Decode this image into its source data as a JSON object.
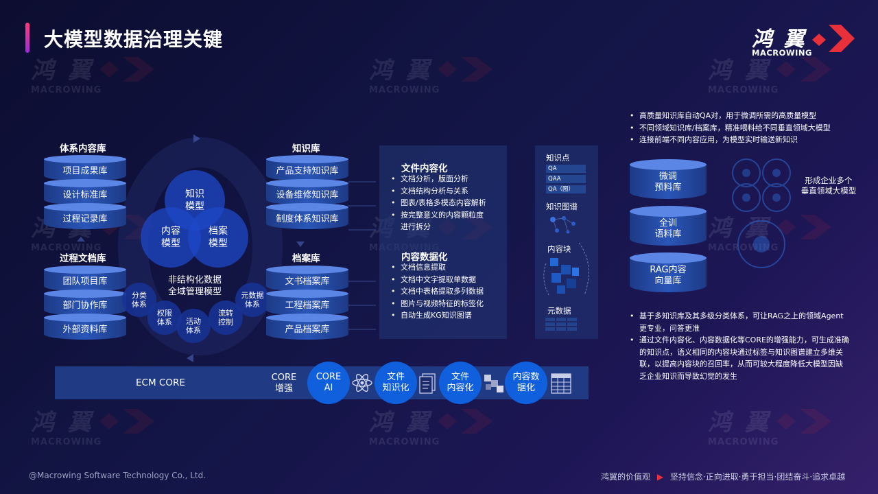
{
  "header": {
    "title": "大模型数据治理关键"
  },
  "logo": {
    "cn": "鸿 翼",
    "en": "MACROWING",
    "accent": "#e8303a"
  },
  "watermark": {
    "cn": "鸿 翼",
    "en": "MACROWING"
  },
  "left": {
    "system_lib": {
      "title": "体系内容库",
      "items": [
        "项目成果库",
        "设计标准库",
        "过程记录库"
      ]
    },
    "process_lib": {
      "title": "过程文档库",
      "items": [
        "团队项目库",
        "部门协作库",
        "外部资料库"
      ]
    },
    "venn": {
      "top": "知识\n模型",
      "left": "内容\n模型",
      "right": "档案\n模型"
    },
    "center_text": "非结构化数据\n全域管理模型",
    "small_circles": [
      "分类\n体系",
      "权限\n体系",
      "活动\n体系",
      "流转\n控制",
      "元数据\n体系"
    ],
    "knowledge_lib": {
      "title": "知识库",
      "items": [
        "产品支持知识库",
        "设备维修知识库",
        "制度体系知识库"
      ]
    },
    "archive_lib": {
      "title": "档案库",
      "items": [
        "文书档案库",
        "工程档案库",
        "产品档案库"
      ]
    }
  },
  "middle": {
    "doc_content": {
      "title": "文件内容化",
      "items": [
        "文档分析，版面分析",
        "文档结构分析与关系",
        "图表/表格多模态内容解析",
        "按完整意义的内容颗粒度\n进行拆分"
      ]
    },
    "content_data": {
      "title": "内容数据化",
      "items": [
        "文档信息提取",
        "文档中文字提取单数据",
        "文档中表格提取多列数据",
        "图片与视频特征的标签化",
        "自动生成KG知识图谱"
      ]
    }
  },
  "kg_panel": {
    "knowledge_point": "知识点",
    "qa_rows": [
      "QA",
      "QAA",
      "QA（图）"
    ],
    "kg": "知识图谱",
    "content_block": "内容块",
    "metadata": "元数据"
  },
  "right": {
    "top_bullets": [
      "高质量知识库自动QA对，用于微调所需的高质量模型",
      "不同领域知识库/档案库，精准喂料给不同垂直领域大模型",
      "连接前端不同内容应用，为模型实时输送新知识"
    ],
    "cylinders": [
      "微调\n预料库",
      "全训\n语料库",
      "RAG内容\n向量库"
    ],
    "brain_text": "形成企业多个\n垂直领域大模型",
    "bottom_bullets": [
      "基于多知识库及其多级分类体系，可让RAG之上的领域Agent更专业，问答更准",
      "通过文件内容化、内容数据化等CORE的增强能力，可生成准确的知识点，语义相同的内容块通过标签与知识图谱建立多维关联，以提高内容块的召回率，从而可较大程度降低大模型因缺乏企业知识而导致幻觉的发生"
    ]
  },
  "core_bar": {
    "ecm": "ECM CORE",
    "enhance": "CORE\n增强",
    "circles": [
      "CORE\nAI",
      "文件\n知识化",
      "文件\n内容化",
      "内容数\n据化"
    ]
  },
  "footer": {
    "left": "@Macrowing Software Technology Co., Ltd.",
    "right_label": "鸿翼的价值观",
    "right_values": "坚持信念·正向进取·勇于担当·团结奋斗·追求卓越"
  }
}
